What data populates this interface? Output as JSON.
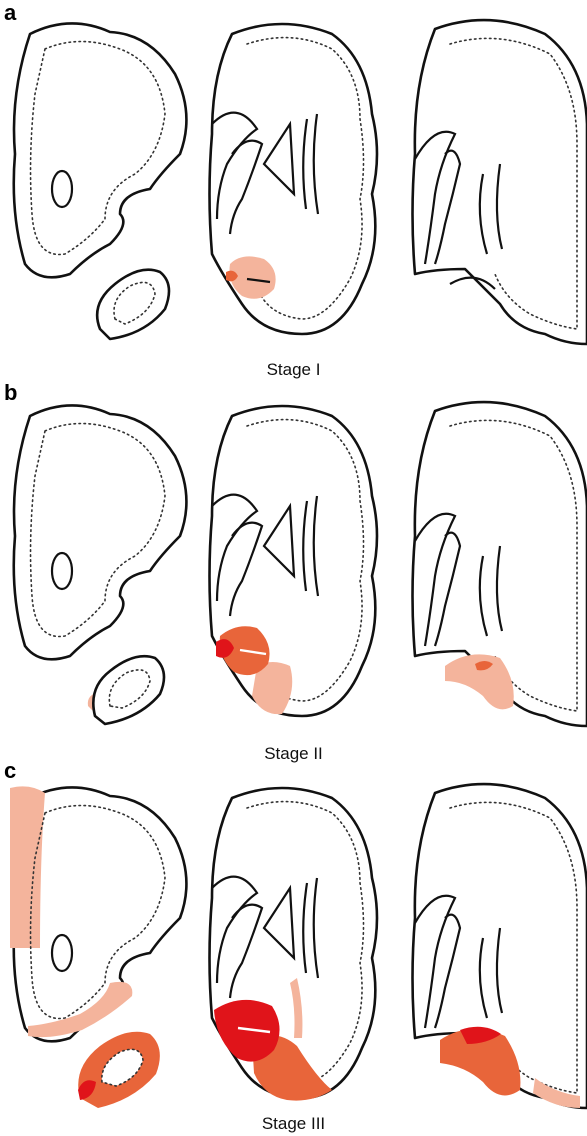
{
  "panels": [
    {
      "label": "a",
      "stage": "Stage I"
    },
    {
      "label": "b",
      "stage": "Stage II"
    },
    {
      "label": "c",
      "stage": "Stage III"
    }
  ],
  "colors": {
    "light": "#f4b49c",
    "medium": "#e8653a",
    "dark": "#e0141a"
  }
}
